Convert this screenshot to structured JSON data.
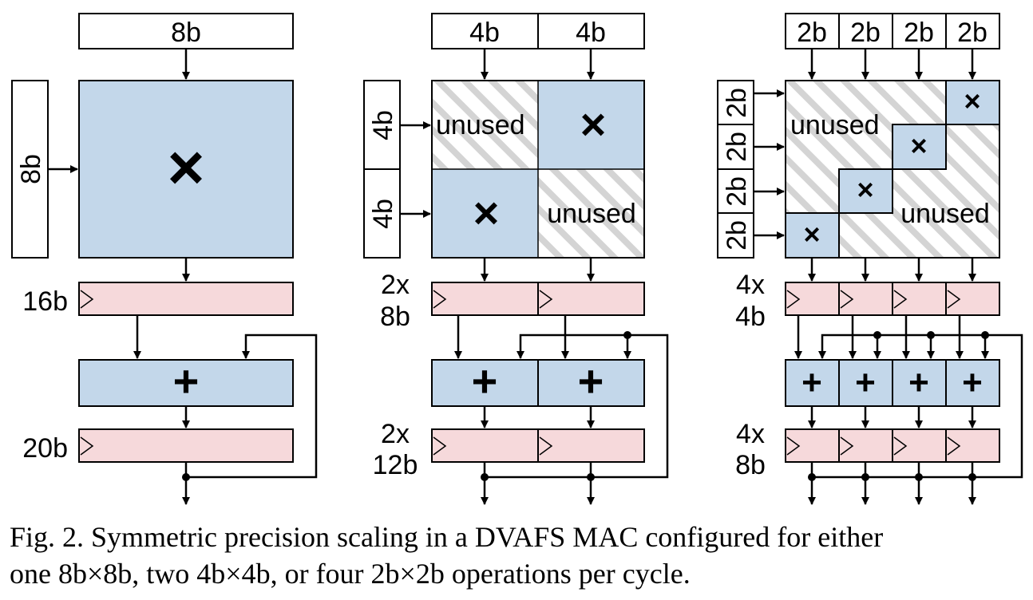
{
  "labels": {
    "b8": "8b",
    "b4": "4b",
    "b2": "2b",
    "b16": "16b",
    "b20": "20b",
    "x2": "2x",
    "x4": "4x",
    "b12": "12b",
    "unused": "unused",
    "times": "×",
    "plus": "+"
  },
  "caption": {
    "line1": "Fig. 2.  Symmetric precision scaling in a DVAFS MAC configured for either",
    "line2": "one 8b×8b, two 4b×4b, or four 2b×2b operations per cycle."
  }
}
